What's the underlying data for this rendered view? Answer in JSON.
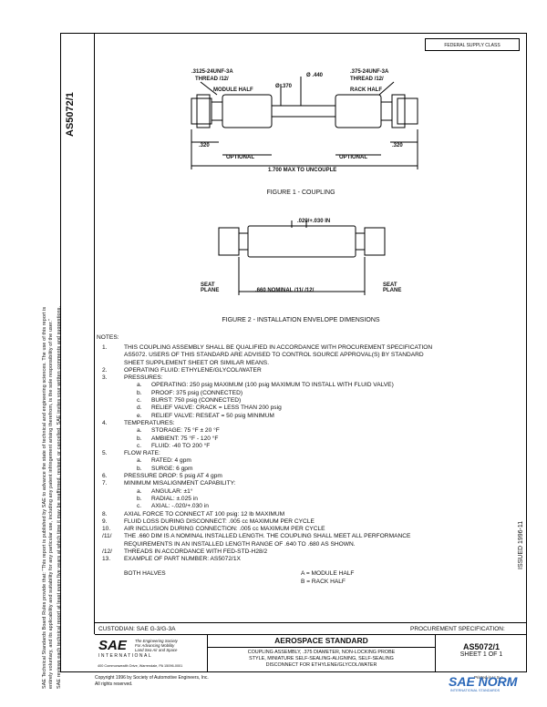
{
  "side_notice": {
    "line1": "SAE Technical Standards Board Rules provide that: \"This report is published by SAE to advance the state of technical and engineering sciences. The use of this report is",
    "line2": "entirely voluntary, and its applicability and suitability for any particular use, including any patent infringement arising therefrom, is the sole responsibility of the user.\"",
    "line3": "SAE reviews each technical report at least every five years at which time it may be reaffirmed, revised, or cancelled. SAE invites your written comments and suggestions."
  },
  "header": {
    "fsc": "FEDERAL SUPPLY CLASS",
    "doc_side": "AS5072/1",
    "issued": "ISSUED 1996-11"
  },
  "figure1": {
    "thread_left": ".3125-24UNF-3A",
    "thread_left2": "THREAD /12/",
    "module_half": "MODULE HALF",
    "dia370": "Ø .370",
    "dia440": "Ø .440",
    "thread_right": ".375-24UNF-3A",
    "thread_right2": "THREAD /12/",
    "rack_half": "RACK HALF",
    "dim320_left": ".320",
    "dim320_right": ".320",
    "optional_left": "OPTIONAL",
    "optional_right": "OPTIONAL",
    "max_uncouple": "1.700 MAX TO UNCOUPLE",
    "caption": "FIGURE 1 - COUPLING"
  },
  "figure2": {
    "tolerance": ".020/+.030 IN",
    "seat_plane_left": "SEAT PLANE",
    "seat_plane_right": "SEAT PLANE",
    "nominal": ".660 NOMINAL /11/ /12/",
    "caption": "FIGURE 2 - INSTALLATION ENVELOPE DIMENSIONS"
  },
  "notes": {
    "title": "NOTES:",
    "items": [
      {
        "num": "1.",
        "text": "THIS COUPLING ASSEMBLY SHALL BE QUALIFIED IN ACCORDANCE WITH PROCUREMENT SPECIFICATION"
      },
      {
        "num": "",
        "text": "AS5072. USERS OF THIS STANDARD ARE ADVISED TO CONTROL SOURCE APPROVAL(S) BY STANDARD"
      },
      {
        "num": "",
        "text": "SHEET SUPPLEMENT SHEET OR SIMILAR MEANS."
      },
      {
        "num": "2.",
        "text": "OPERATING FLUID: ETHYLENE/GLYCOL/WATER"
      },
      {
        "num": "3.",
        "text": "PRESSURES:"
      },
      {
        "num": "",
        "sub": "a.",
        "text": "OPERATING:      250 psig MAXIMUM (100 psig MAXIMUM TO INSTALL WITH FLUID VALVE)"
      },
      {
        "num": "",
        "sub": "b.",
        "text": "PROOF:             375 psig (CONNECTED)"
      },
      {
        "num": "",
        "sub": "c.",
        "text": "BURST:             750 psig (CONNECTED)"
      },
      {
        "num": "",
        "sub": "d.",
        "text": "RELIEF VALVE:  CRACK = LESS THAN 200 psig"
      },
      {
        "num": "",
        "sub": "e.",
        "text": "RELIEF VALVE:  RESEAT = 50 psig MINIMUM"
      },
      {
        "num": "4.",
        "text": "TEMPERATURES:"
      },
      {
        "num": "",
        "sub": "a.",
        "text": "STORAGE:   75 °F ± 20 °F"
      },
      {
        "num": "",
        "sub": "b.",
        "text": "AMBIENT:   75 °F - 120 °F"
      },
      {
        "num": "",
        "sub": "c.",
        "text": "FLUID:       -40 TO  200 °F"
      },
      {
        "num": "5.",
        "text": "FLOW RATE:"
      },
      {
        "num": "",
        "sub": "a.",
        "text": "RATED:   4 gpm"
      },
      {
        "num": "",
        "sub": "b.",
        "text": "SURGE:   6 gpm"
      },
      {
        "num": "6.",
        "text": "PRESSURE DROP:  5 psig AT  4 gpm"
      },
      {
        "num": "7.",
        "text": "MINIMUM MISALIGNMENT CAPABILITY:"
      },
      {
        "num": "",
        "sub": "a.",
        "text": "ANGULAR:  ±1°"
      },
      {
        "num": "",
        "sub": "b.",
        "text": "RADIAL:    ±.025 in"
      },
      {
        "num": "",
        "sub": "c.",
        "text": "AXIAL:        -.020/+.030 in"
      },
      {
        "num": "8.",
        "text": "AXIAL FORCE TO CONNECT AT 100 psig:  12 lb MAXIMUM"
      },
      {
        "num": "9.",
        "text": "FLUID LOSS DURING DISCONNECT:  .005 cc MAXIMUM PER CYCLE"
      },
      {
        "num": "10.",
        "text": "AIR INCLUSION DURING CONNECTION:  .005 cc MAXIMUM PER CYCLE"
      },
      {
        "num": "/11/",
        "text": "THE .660 DIM IS A NOMINAL INSTALLED LENGTH.  THE COUPLING SHALL MEET ALL PERFORMANCE"
      },
      {
        "num": "",
        "text": "REQUIREMENTS IN AN INSTALLED LENGTH RANGE OF .640 TO .680 AS SHOWN."
      },
      {
        "num": "/12/",
        "text": "THREADS IN ACCORDANCE WITH FED-STD-H28/2"
      },
      {
        "num": "13.",
        "text": "EXAMPLE OF PART NUMBER:  AS5072/1X"
      }
    ],
    "both_halves": "BOTH HALVES",
    "legend_a": "A = MODULE HALF",
    "legend_b": "B = RACK HALF"
  },
  "footer": {
    "custodian": "CUSTODIAN:  SAE G-3/G-3A",
    "procurement": "PROCUREMENT SPECIFICATION:",
    "sae_logo": "SAE",
    "sae_intl": "INTERNATIONAL",
    "sae_tag1": "The Engineering Society",
    "sae_tag2": "For Advancing Mobility",
    "sae_tag3": "Land Sea Air and Space",
    "sae_addr": "400 Commonwealth Drive, Warrendale, PA 15096-0001",
    "aero_std": "AEROSPACE STANDARD",
    "title1": "COUPLING ASSEMBLY, .375 DIAMETER, NON-LOCKING PROBE",
    "title2": "STYLE, MINIATURE SELF-SEALING-ALIGNING, SELF-SEALING",
    "title3": "DISCONNECT FOR ETHYLENE/GLYCOL/WATER",
    "doc_num": "AS5072/1",
    "sheet": "SHEET 1 OF 1",
    "copyright1": "Copyright 1996 by Society of Automotive Engineers, Inc.",
    "copyright2": "All rights reserved.",
    "printed": "Printed in U.S.A.",
    "watermark": "SAE NORM",
    "watermark_sub": "INTERNATIONAL STANDARDS"
  },
  "colors": {
    "watermark": "#2a67b8"
  }
}
